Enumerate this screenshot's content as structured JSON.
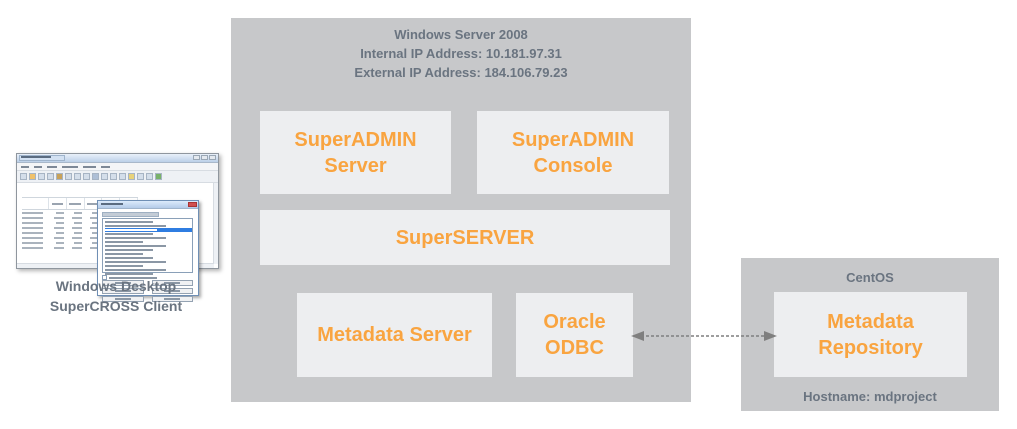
{
  "client": {
    "caption": [
      "Windows Desktop",
      "SuperCROSS Client"
    ]
  },
  "windows_server_group": {
    "title": "Windows Server 2008",
    "internal_ip": "Internal IP Address: 10.181.97.31",
    "external_ip": "External IP Address: 184.106.79.23",
    "components": {
      "superadmin_server": {
        "lines": [
          "SuperADMIN",
          "Server"
        ]
      },
      "superadmin_console": {
        "lines": [
          "SuperADMIN",
          "Console"
        ]
      },
      "superserver": {
        "lines": [
          "SuperSERVER"
        ]
      },
      "metadata_server": {
        "lines": [
          "Metadata Server"
        ]
      },
      "oracle_odbc": {
        "lines": [
          "Oracle",
          "ODBC"
        ]
      }
    }
  },
  "centos_group": {
    "title": "CentOS",
    "component": {
      "lines": [
        "Metadata",
        "Repository"
      ]
    },
    "hostname": "Hostname: mdproject"
  },
  "colors": {
    "group_bg": "#c7c8ca",
    "component_bg": "#edeef0",
    "component_text": "#f9a440",
    "label_text": "#6a7480",
    "arrow": "#7f7f7f"
  }
}
